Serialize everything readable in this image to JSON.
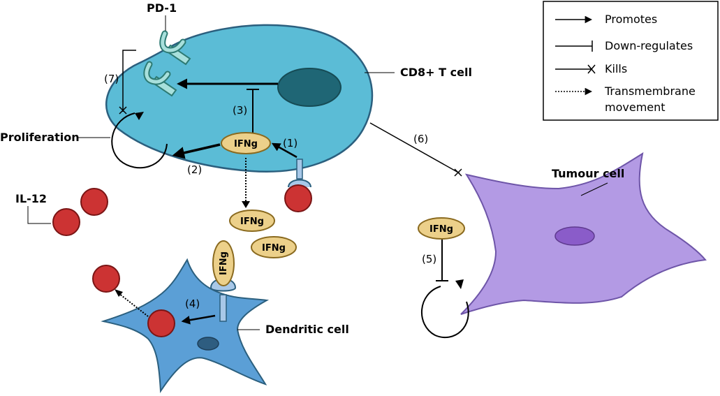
{
  "labels": {
    "pd1": "PD-1",
    "cd8": "CD8+ T cell",
    "proliferation": "Proliferation",
    "il12": "IL-12",
    "tumour": "Tumour cell",
    "dendritic": "Dendritic cell",
    "ifng": "IFNg"
  },
  "steps": {
    "s1": "(1)",
    "s2": "(2)",
    "s3": "(3)",
    "s4": "(4)",
    "s5": "(5)",
    "s6": "(6)",
    "s7": "(7)"
  },
  "legend": {
    "promotes": "Promotes",
    "downregulates": "Down-regulates",
    "kills": "Kills",
    "transmembrane_line1": "Transmembrane",
    "transmembrane_line2": "movement"
  },
  "colors": {
    "tcell": "#5bbcd6",
    "nucleus": "#1f6675",
    "pd1": "#a8e0dc",
    "ifng": "#ecd08a",
    "il12": "#cc3333",
    "dendritic": "#5b9fd6",
    "tumour": "#b39ae4",
    "tumour_nucleus": "#8a5cc9"
  }
}
